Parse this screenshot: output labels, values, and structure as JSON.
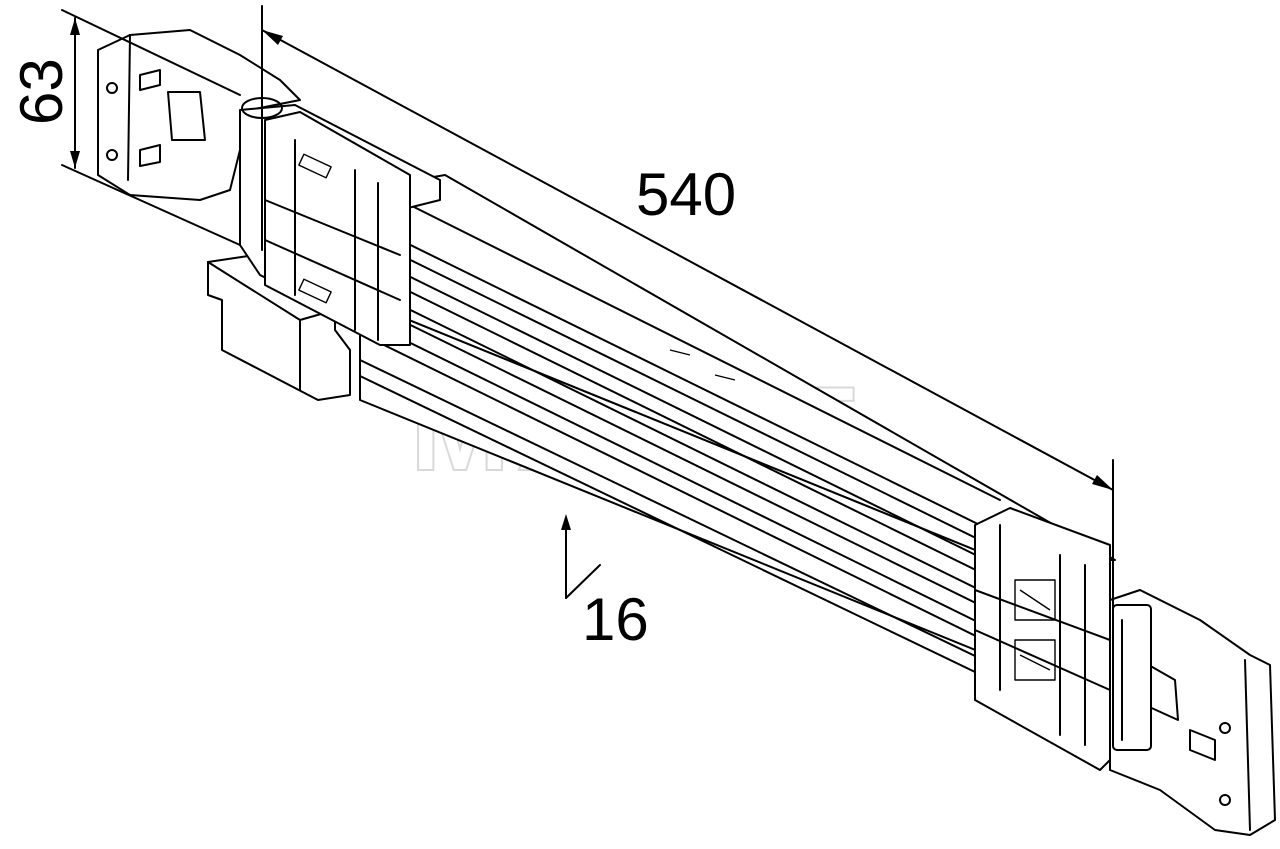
{
  "dimensions": {
    "height": "63",
    "length": "540",
    "depth": "16"
  },
  "watermark": "MAHLE",
  "colors": {
    "line": "#000000",
    "background": "#ffffff",
    "watermark": "#d9d9d9"
  }
}
